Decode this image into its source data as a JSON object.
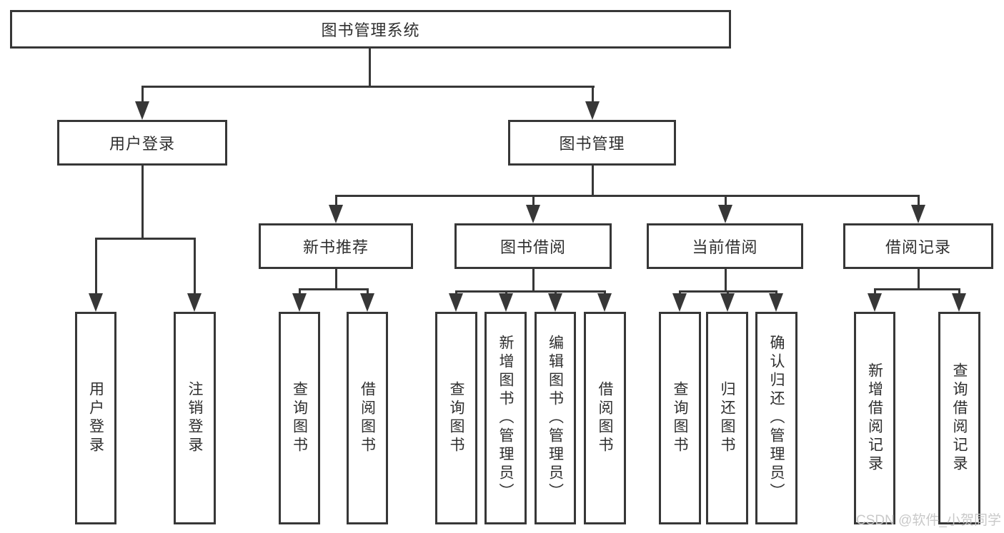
{
  "diagram": {
    "root": {
      "label": "图书管理系统"
    },
    "level2": [
      {
        "label": "用户登录",
        "parent": "图书管理系统"
      },
      {
        "label": "图书管理",
        "parent": "图书管理系统"
      }
    ],
    "level3": [
      {
        "label": "新书推荐",
        "parent": "图书管理"
      },
      {
        "label": "图书借阅",
        "parent": "图书管理"
      },
      {
        "label": "当前借阅",
        "parent": "图书管理"
      },
      {
        "label": "借阅记录",
        "parent": "图书管理"
      }
    ],
    "leaves": [
      {
        "label": "用户登录",
        "parent": "用户登录"
      },
      {
        "label": "注销登录",
        "parent": "用户登录"
      },
      {
        "label": "查询图书",
        "parent": "新书推荐"
      },
      {
        "label": "借阅图书",
        "parent": "新书推荐"
      },
      {
        "label": "查询图书",
        "parent": "图书借阅"
      },
      {
        "label": "新增图书（管理员）",
        "parent": "图书借阅"
      },
      {
        "label": "编辑图书（管理员）",
        "parent": "图书借阅"
      },
      {
        "label": "借阅图书",
        "parent": "图书借阅"
      },
      {
        "label": "查询图书",
        "parent": "当前借阅"
      },
      {
        "label": "归还图书",
        "parent": "当前借阅"
      },
      {
        "label": "确认归还（管理员）",
        "parent": "当前借阅"
      },
      {
        "label": "新增借阅记录",
        "parent": "借阅记录"
      },
      {
        "label": "查询借阅记录",
        "parent": "借阅记录"
      }
    ],
    "watermark": "CSDN @软件_小贺同学",
    "colors": {
      "line": "#373737",
      "text": "#2f2f2f",
      "background": "#ffffff",
      "watermark": "#c6c6c6"
    }
  }
}
